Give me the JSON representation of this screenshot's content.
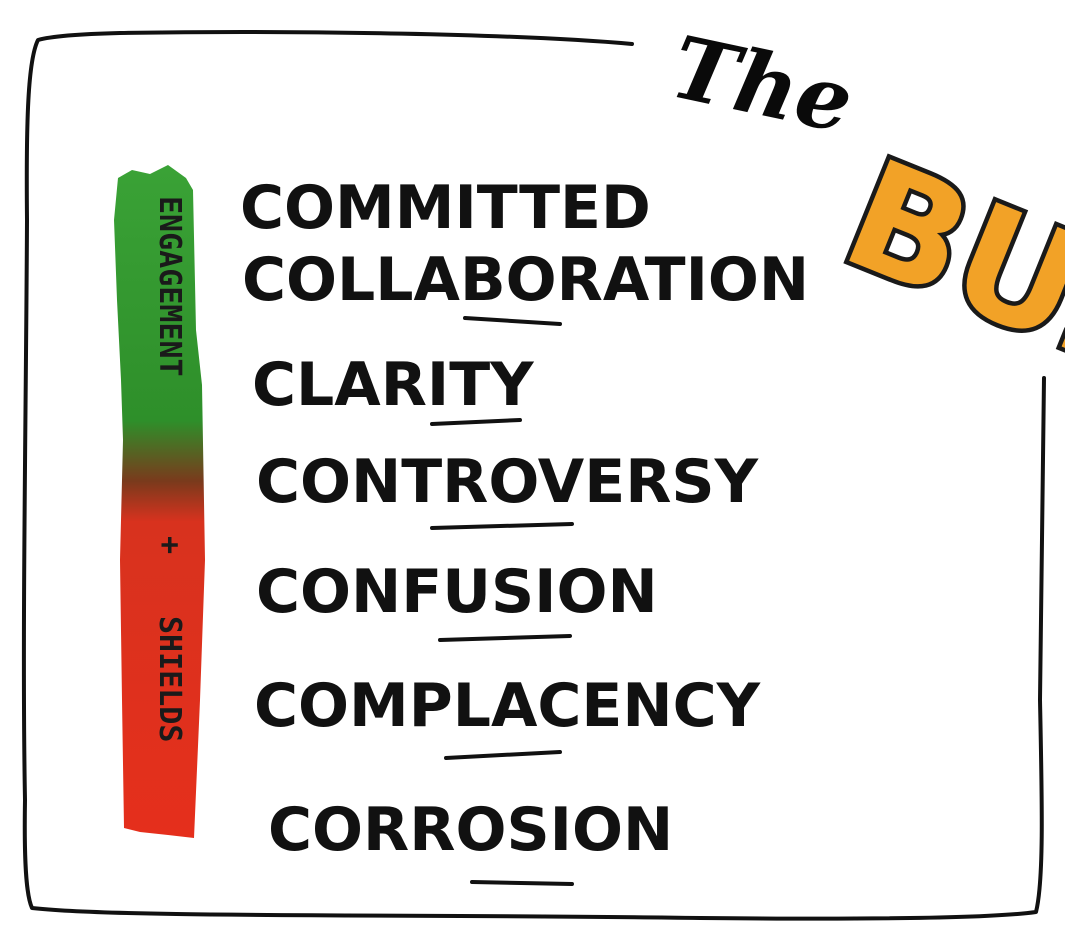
{
  "title": {
    "prefix": "The",
    "word": "BUZZ"
  },
  "bar": {
    "label_top": "ENGAGEMENT",
    "label_join": "+",
    "label_bottom": "SHIELDS",
    "colors": {
      "positive": "#2f9a2c",
      "negative": "#e8301c",
      "transition": "#8a2a1a"
    }
  },
  "levels": [
    "COMMITTED COLLABORATION",
    "CLARITY",
    "CONTROVERSY",
    "CONFUSION",
    "COMPLACENCY",
    "CORROSION"
  ]
}
